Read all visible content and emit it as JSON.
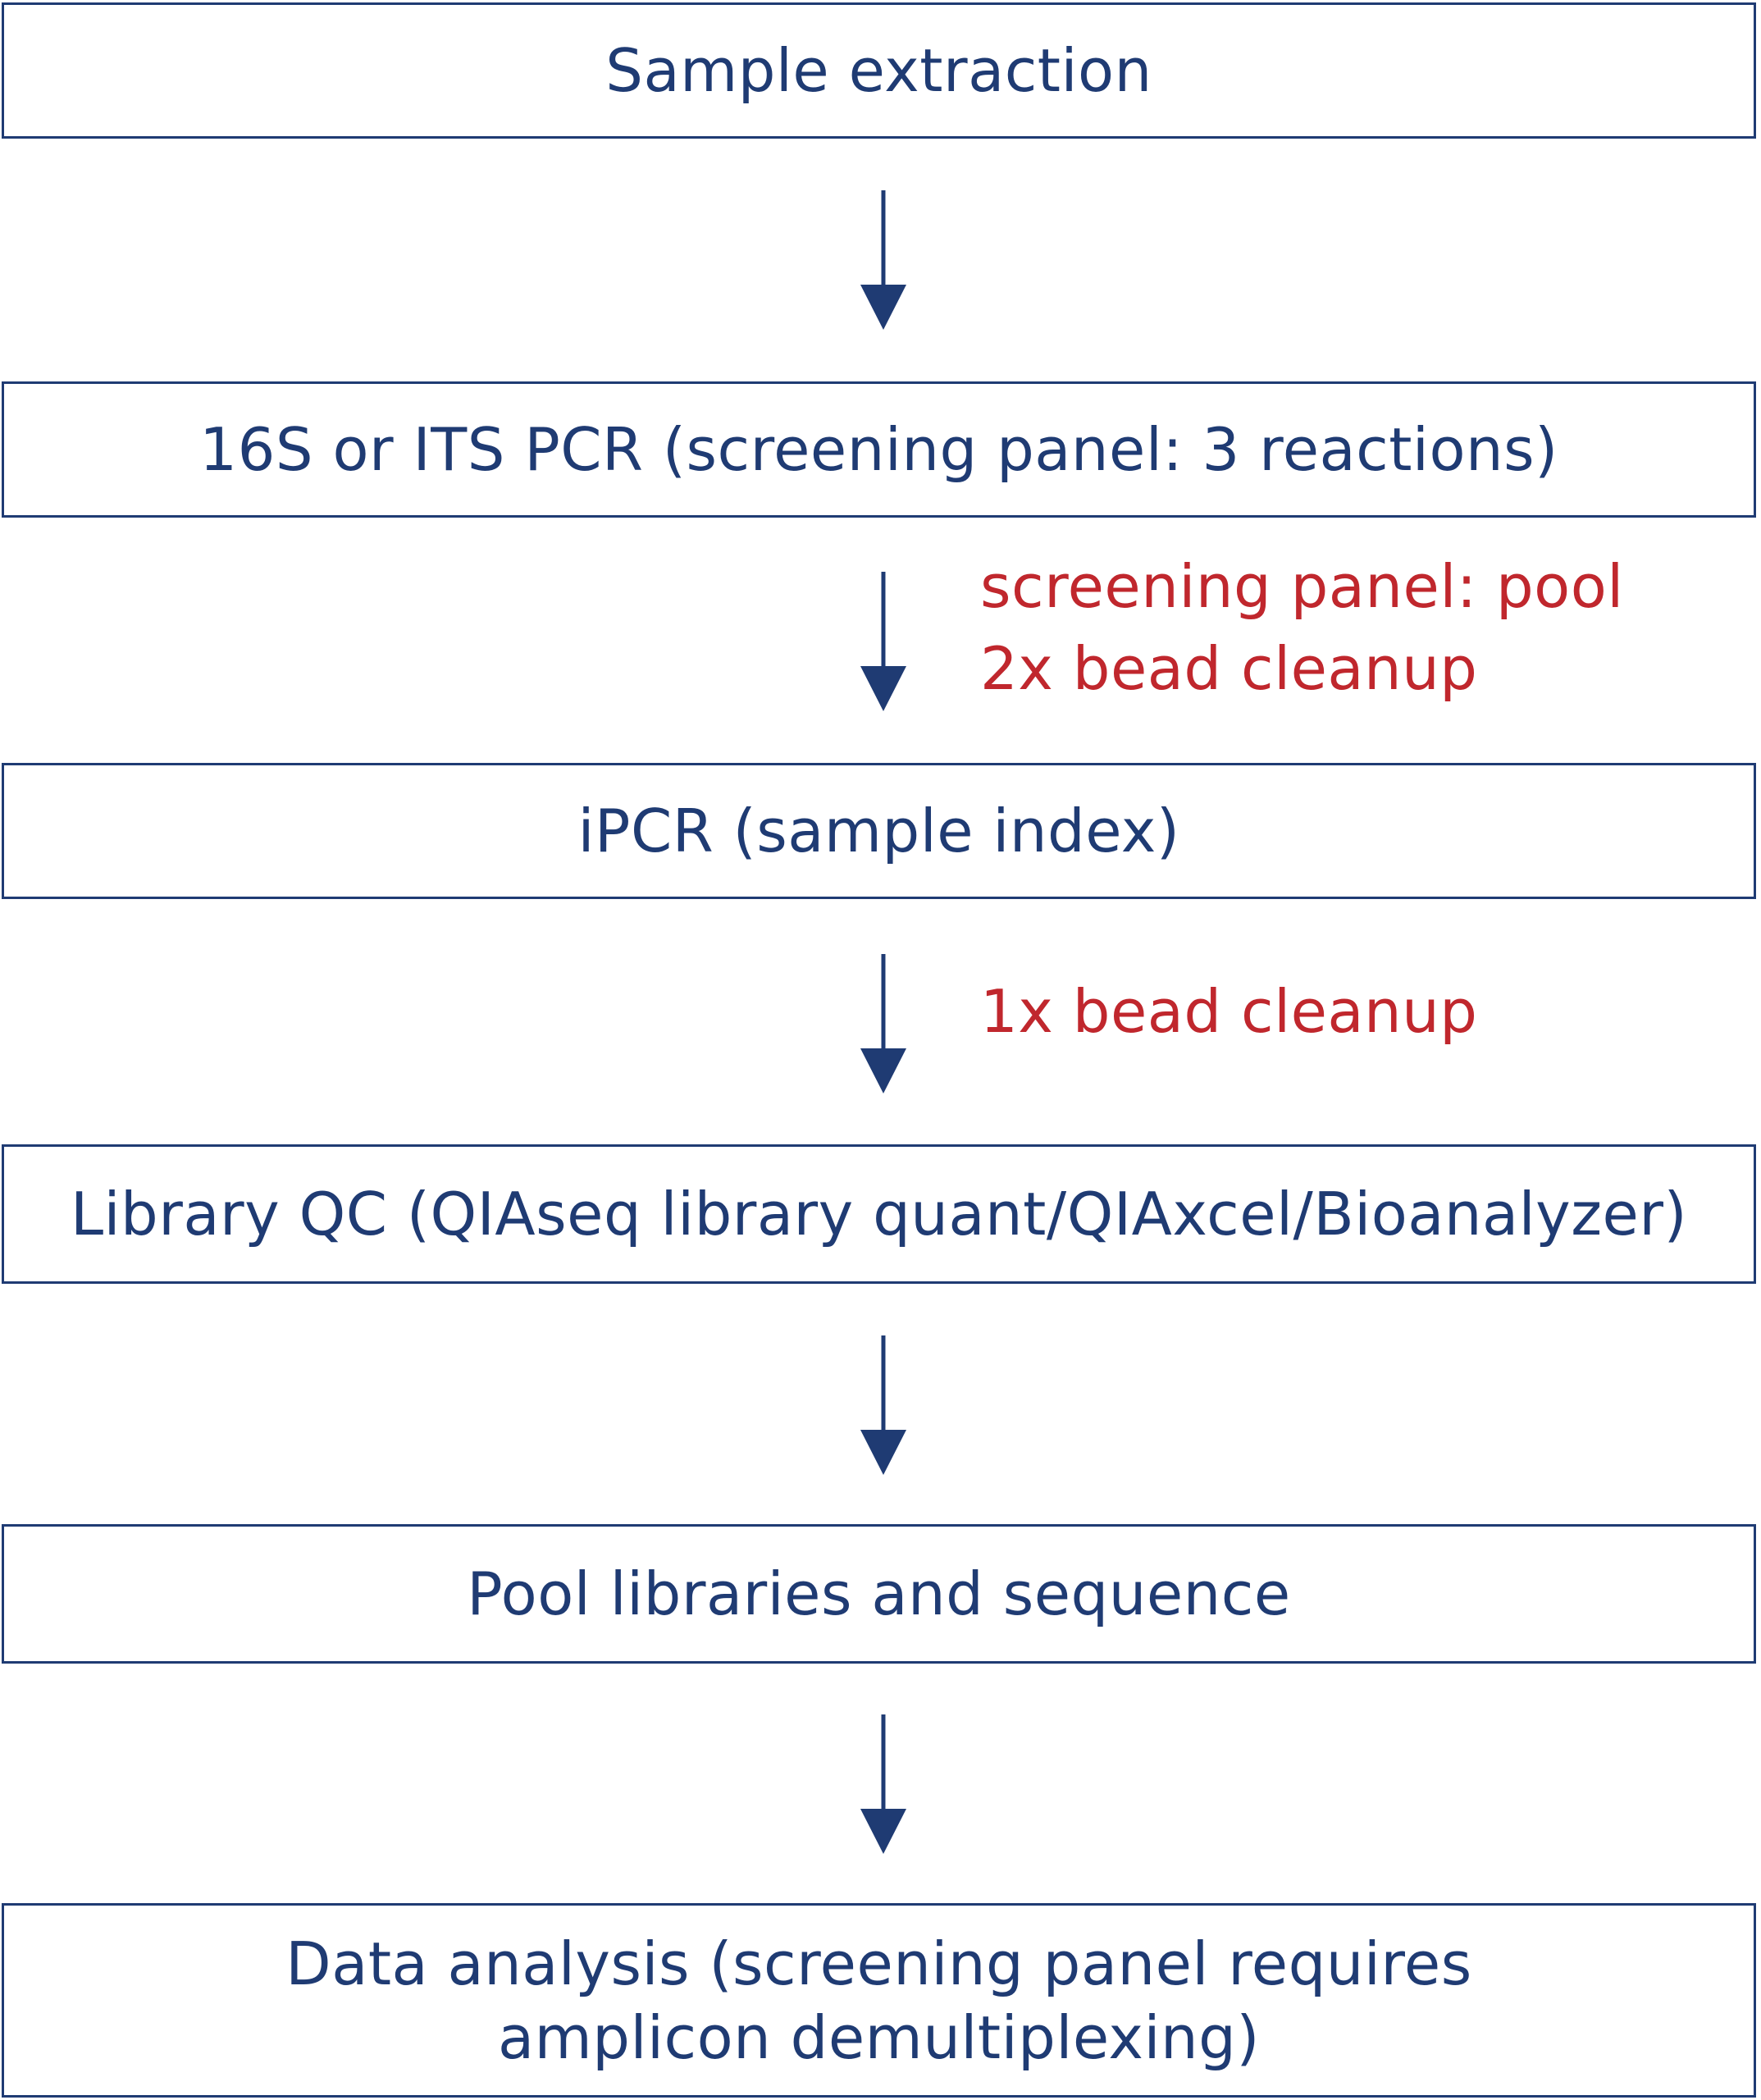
{
  "colors": {
    "box_border": "#1f3b73",
    "box_text": "#1f3b73",
    "arrow": "#1f3b73",
    "note_text": "#c0272d"
  },
  "steps": [
    {
      "label": "Sample extraction"
    },
    {
      "label": "16S or ITS PCR (screening panel: 3 reactions)"
    },
    {
      "label": "iPCR (sample index)"
    },
    {
      "label": "Library QC (QIAseq library quant/QIAxcel/Bioanalyzer)"
    },
    {
      "label": "Pool libraries and sequence"
    },
    {
      "label": "Data analysis (screening panel requires\namplicon demultiplexing)"
    }
  ],
  "notes": {
    "after_pcr": [
      "screening panel: pool",
      "2x bead cleanup"
    ],
    "after_ipcr": [
      "1x bead cleanup"
    ]
  }
}
